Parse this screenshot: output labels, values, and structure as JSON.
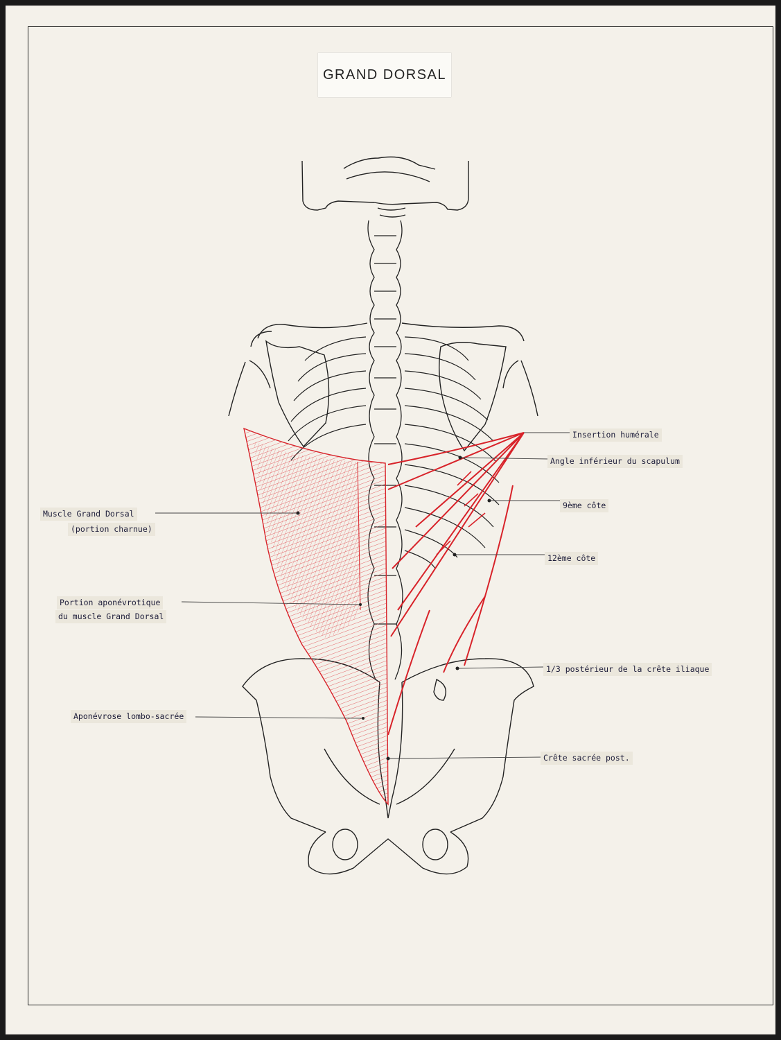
{
  "title": "GRAND DORSAL",
  "labels": {
    "insertion_humerale": "Insertion humérale",
    "angle_inferieur": "Angle inférieur du scapulum",
    "neuvieme_cote": "9ème côte",
    "douzieme_cote": "12ème côte",
    "crete_iliaque": "1/3 postérieur de la crête iliaque",
    "crete_sacree": "Crête sacrée post.",
    "muscle_line1": "Muscle Grand Dorsal",
    "muscle_line2": "(portion charnue)",
    "aponevrotique_line1": "Portion aponévrotique",
    "aponevrotique_line2": "du muscle Grand Dorsal",
    "aponevrose_lombo": "Aponévrose lombo-sacrée"
  },
  "colors": {
    "paper": "#f4f1ea",
    "ink": "#222222",
    "muscle_red": "#d8232a",
    "label_ink": "#1d1d3a"
  }
}
